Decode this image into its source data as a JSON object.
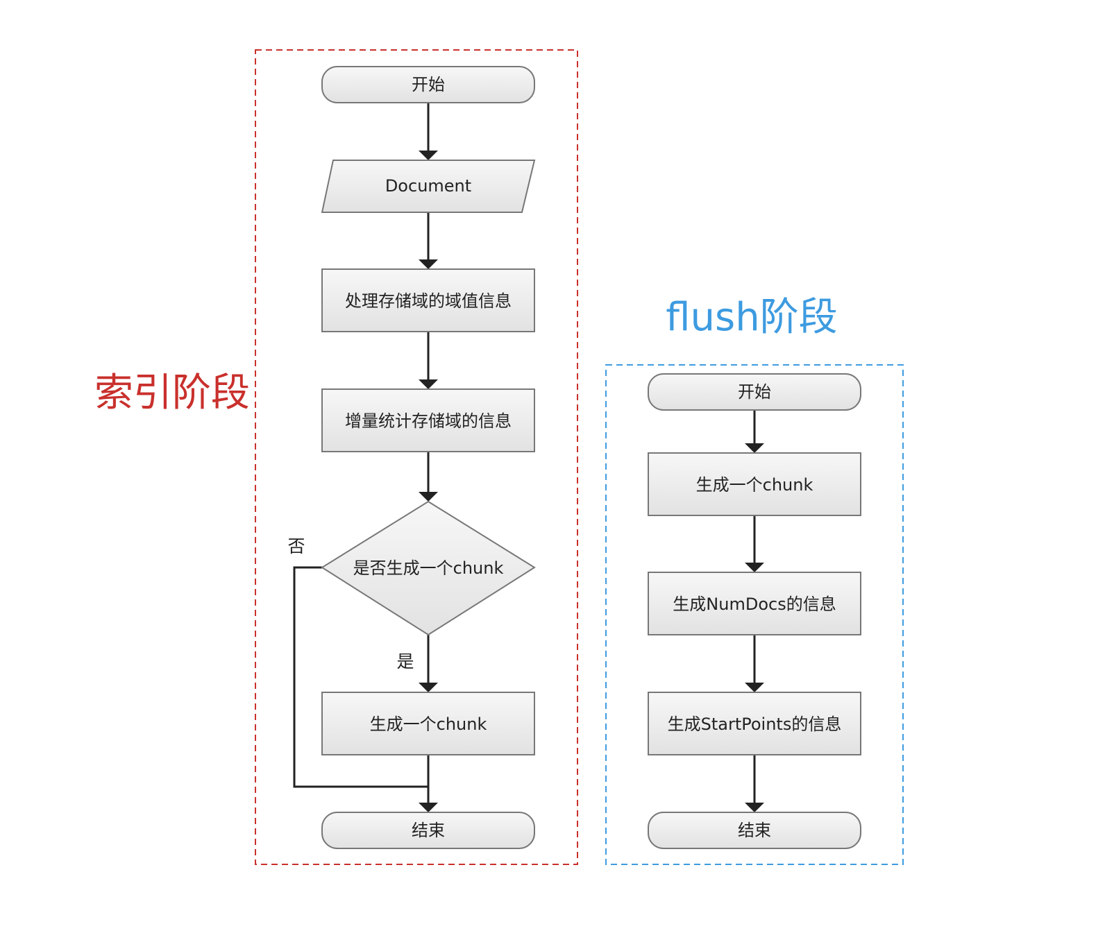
{
  "indexing": {
    "title": "索引阶段",
    "title_color": "#c9302c",
    "nodes": {
      "start": "开始",
      "document": "Document",
      "process_stored_fields": "处理存储域的域值信息",
      "stat_stored_fields": "增量统计存储域的信息",
      "decision": "是否生成一个chunk",
      "gen_chunk": "生成一个chunk",
      "end": "结束"
    },
    "labels": {
      "no": "否",
      "yes": "是"
    }
  },
  "flush": {
    "title": "flush阶段",
    "title_color": "#3d9be0",
    "nodes": {
      "start": "开始",
      "gen_chunk": "生成一个chunk",
      "numdocs": "生成NumDocs的信息",
      "startpoints": "生成StartPoints的信息",
      "end": "结束"
    }
  },
  "colors": {
    "node_fill_top": "#f7f7f7",
    "node_fill_bottom": "#e3e3e3",
    "node_stroke": "#777777",
    "edge": "#222222",
    "index_border": "#c9302c",
    "flush_border": "#3d9be0"
  }
}
